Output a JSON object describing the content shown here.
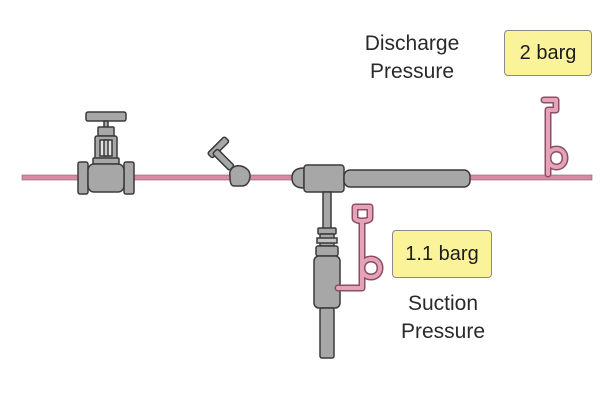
{
  "labels": {
    "discharge_line1": "Discharge",
    "discharge_line2": "Pressure",
    "suction_line1": "Suction",
    "suction_line2": "Pressure"
  },
  "gauges": {
    "discharge_reading": "2 barg",
    "suction_reading": "1.1 barg"
  },
  "colors": {
    "pipe_pink": "#d98aa3",
    "metal_gray": "#a7a7a7",
    "outline_dark": "#3a3a3a",
    "gauge_box_fill": "#fbf39a"
  }
}
